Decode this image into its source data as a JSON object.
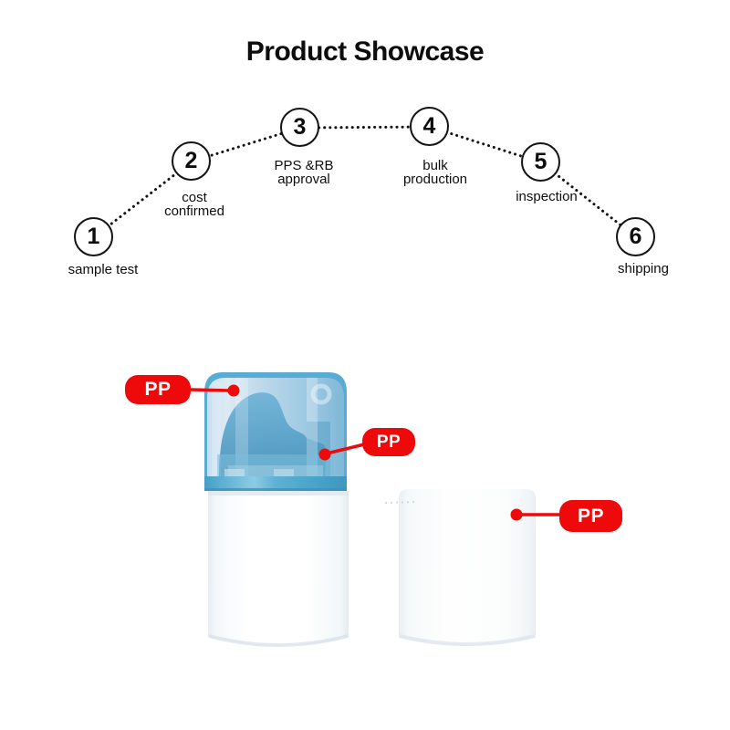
{
  "title": "Product Showcase",
  "process": {
    "steps": [
      {
        "number": "1",
        "label": "sample test"
      },
      {
        "number": "2",
        "label": "cost\nconfirmed"
      },
      {
        "number": "3",
        "label": "PPS &RB\napproval"
      },
      {
        "number": "4",
        "label": "bulk\nproduction"
      },
      {
        "number": "5",
        "label": "inspection"
      },
      {
        "number": "6",
        "label": "shipping"
      }
    ]
  },
  "product": {
    "material_labels": [
      {
        "text": "PP"
      },
      {
        "text": "PP"
      },
      {
        "text": "PP"
      }
    ],
    "colors": {
      "annotation_red": "#ee0a0a",
      "cap_light_blue": "#9cc8e2",
      "pump_blue": "#4f9fc7",
      "rim_blue": "#4aa4ca",
      "bottle_white": "#ffffff"
    }
  }
}
